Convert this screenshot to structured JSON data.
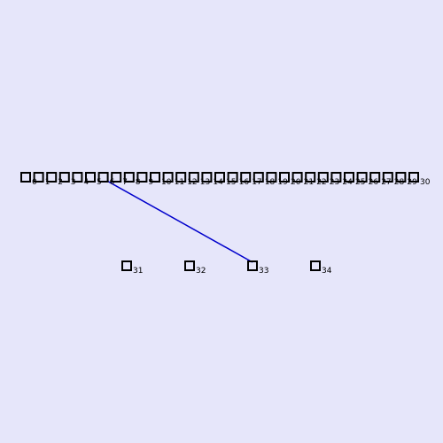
{
  "colors": {
    "background": "#e6e6fa",
    "node_stroke": "#000000",
    "edge": "#0000cc"
  },
  "diagram": {
    "nodes_top_row": [
      "0",
      "1",
      "2",
      "3",
      "4",
      "5",
      "6",
      "7",
      "8",
      "9",
      "10",
      "11",
      "12",
      "13",
      "14",
      "15",
      "16",
      "17",
      "18",
      "19",
      "20",
      "21",
      "22",
      "23",
      "24",
      "25",
      "26",
      "27",
      "28",
      "29",
      "30"
    ],
    "nodes_bottom_row": [
      "31",
      "32",
      "33",
      "34"
    ],
    "edges": [
      {
        "from": "6",
        "to": "33"
      }
    ]
  }
}
